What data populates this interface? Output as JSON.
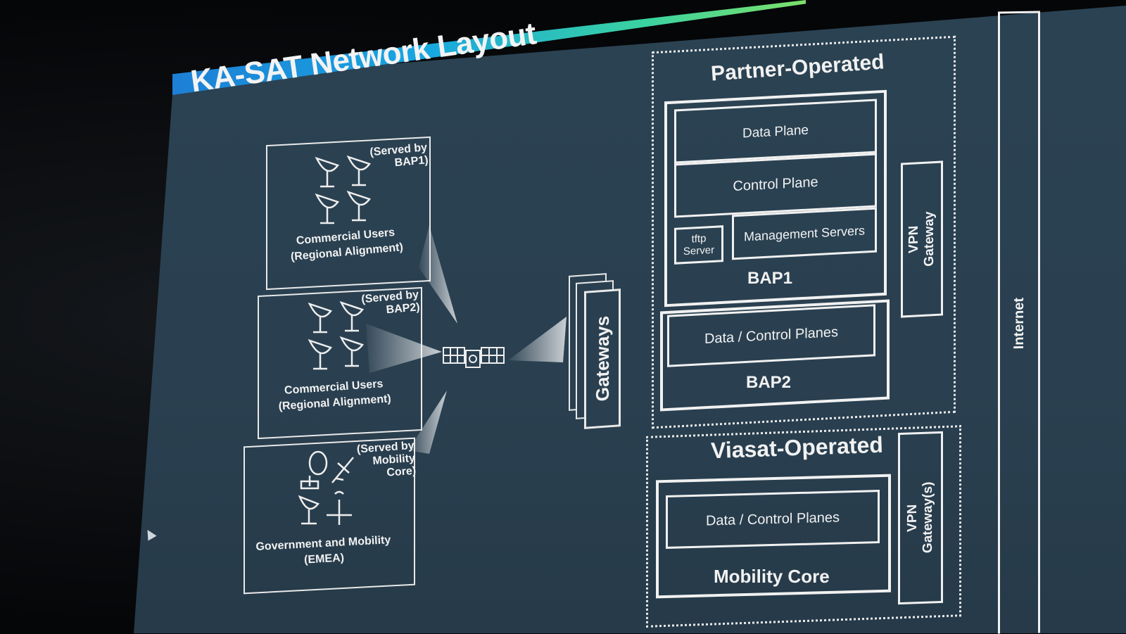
{
  "slide": {
    "title": "KA-SAT Network Layout"
  },
  "user_groups": [
    {
      "served_line1": "(Served by",
      "served_line2": "BAP1)",
      "caption_line1": "Commercial Users",
      "caption_line2": "(Regional Alignment)"
    },
    {
      "served_line1": "(Served by",
      "served_line2": "BAP2)",
      "caption_line1": "Commercial Users",
      "caption_line2": "(Regional Alignment)"
    },
    {
      "served_line1": "(Served by",
      "served_line2": "Mobility",
      "served_line3": "Core)",
      "caption_line1": "Government and Mobility",
      "caption_line2": "(EMEA)"
    }
  ],
  "gateways": {
    "label": "Gateways"
  },
  "partner": {
    "title": "Partner-Operated",
    "bap1": {
      "data_plane": "Data Plane",
      "control_plane": "Control Plane",
      "tftp_line1": "tftp",
      "tftp_line2": "Server",
      "management": "Management Servers",
      "label": "BAP1"
    },
    "bap2": {
      "planes": "Data / Control Planes",
      "label": "BAP2"
    },
    "vpn_line1": "VPN",
    "vpn_line2": "Gateway"
  },
  "viasat": {
    "title": "Viasat-Operated",
    "planes": "Data / Control Planes",
    "label": "Mobility Core",
    "vpn_line1": "VPN",
    "vpn_line2": "Gateway(s)"
  },
  "internet": {
    "label": "Internet"
  },
  "colors": {
    "slide_background": "#2b4253",
    "line_color": "#f1f1f1",
    "accent_bar": "#17a7e0",
    "accent_bar_end": "#7de06a"
  },
  "icons": [
    "satellite-dish-icon",
    "airplane-icon",
    "satellite-icon",
    "drone-icon"
  ]
}
